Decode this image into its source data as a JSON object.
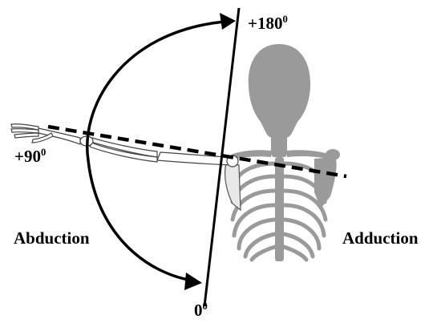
{
  "labels": {
    "plus_180": "+180",
    "plus_90": "+90",
    "zero": "0",
    "degree_mark": "0",
    "abduction": "Abduction",
    "adduction": "Adduction"
  },
  "colors": {
    "skeleton": "#9a9a9a",
    "lines": "#000000",
    "arm_outline": "#444444"
  },
  "icons": {
    "figure": "skeleton-upper-body-icon",
    "arrows": "curved-double-arrow-icon"
  }
}
